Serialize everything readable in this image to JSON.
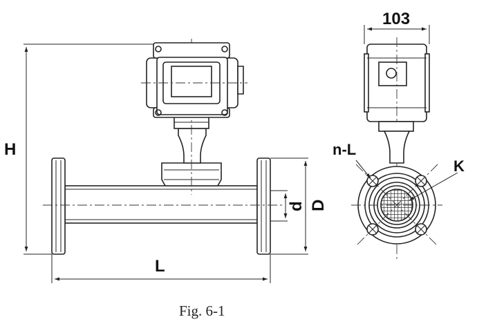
{
  "figure": {
    "caption": "Fig. 6-1",
    "dimensions": {
      "height": "H",
      "length": "L",
      "inner_diameter": "d",
      "flange_diameter": "D",
      "bolt_holes": "n-L",
      "bolt_circle": "K",
      "head_width": "103"
    }
  }
}
